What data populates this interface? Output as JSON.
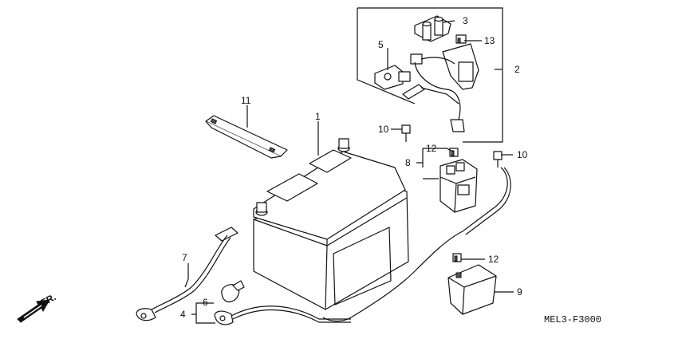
{
  "callouts": {
    "c1": "1",
    "c2": "2",
    "c3": "3",
    "c4": "4",
    "c5": "5",
    "c6": "6",
    "c7": "7",
    "c8": "8",
    "c9": "9",
    "c10a": "10",
    "c10b": "10",
    "c11": "11",
    "c12a": "12",
    "c12b": "12",
    "c13": "13"
  },
  "direction_label": "FR.",
  "diagram_code": "MEL3-F3000"
}
